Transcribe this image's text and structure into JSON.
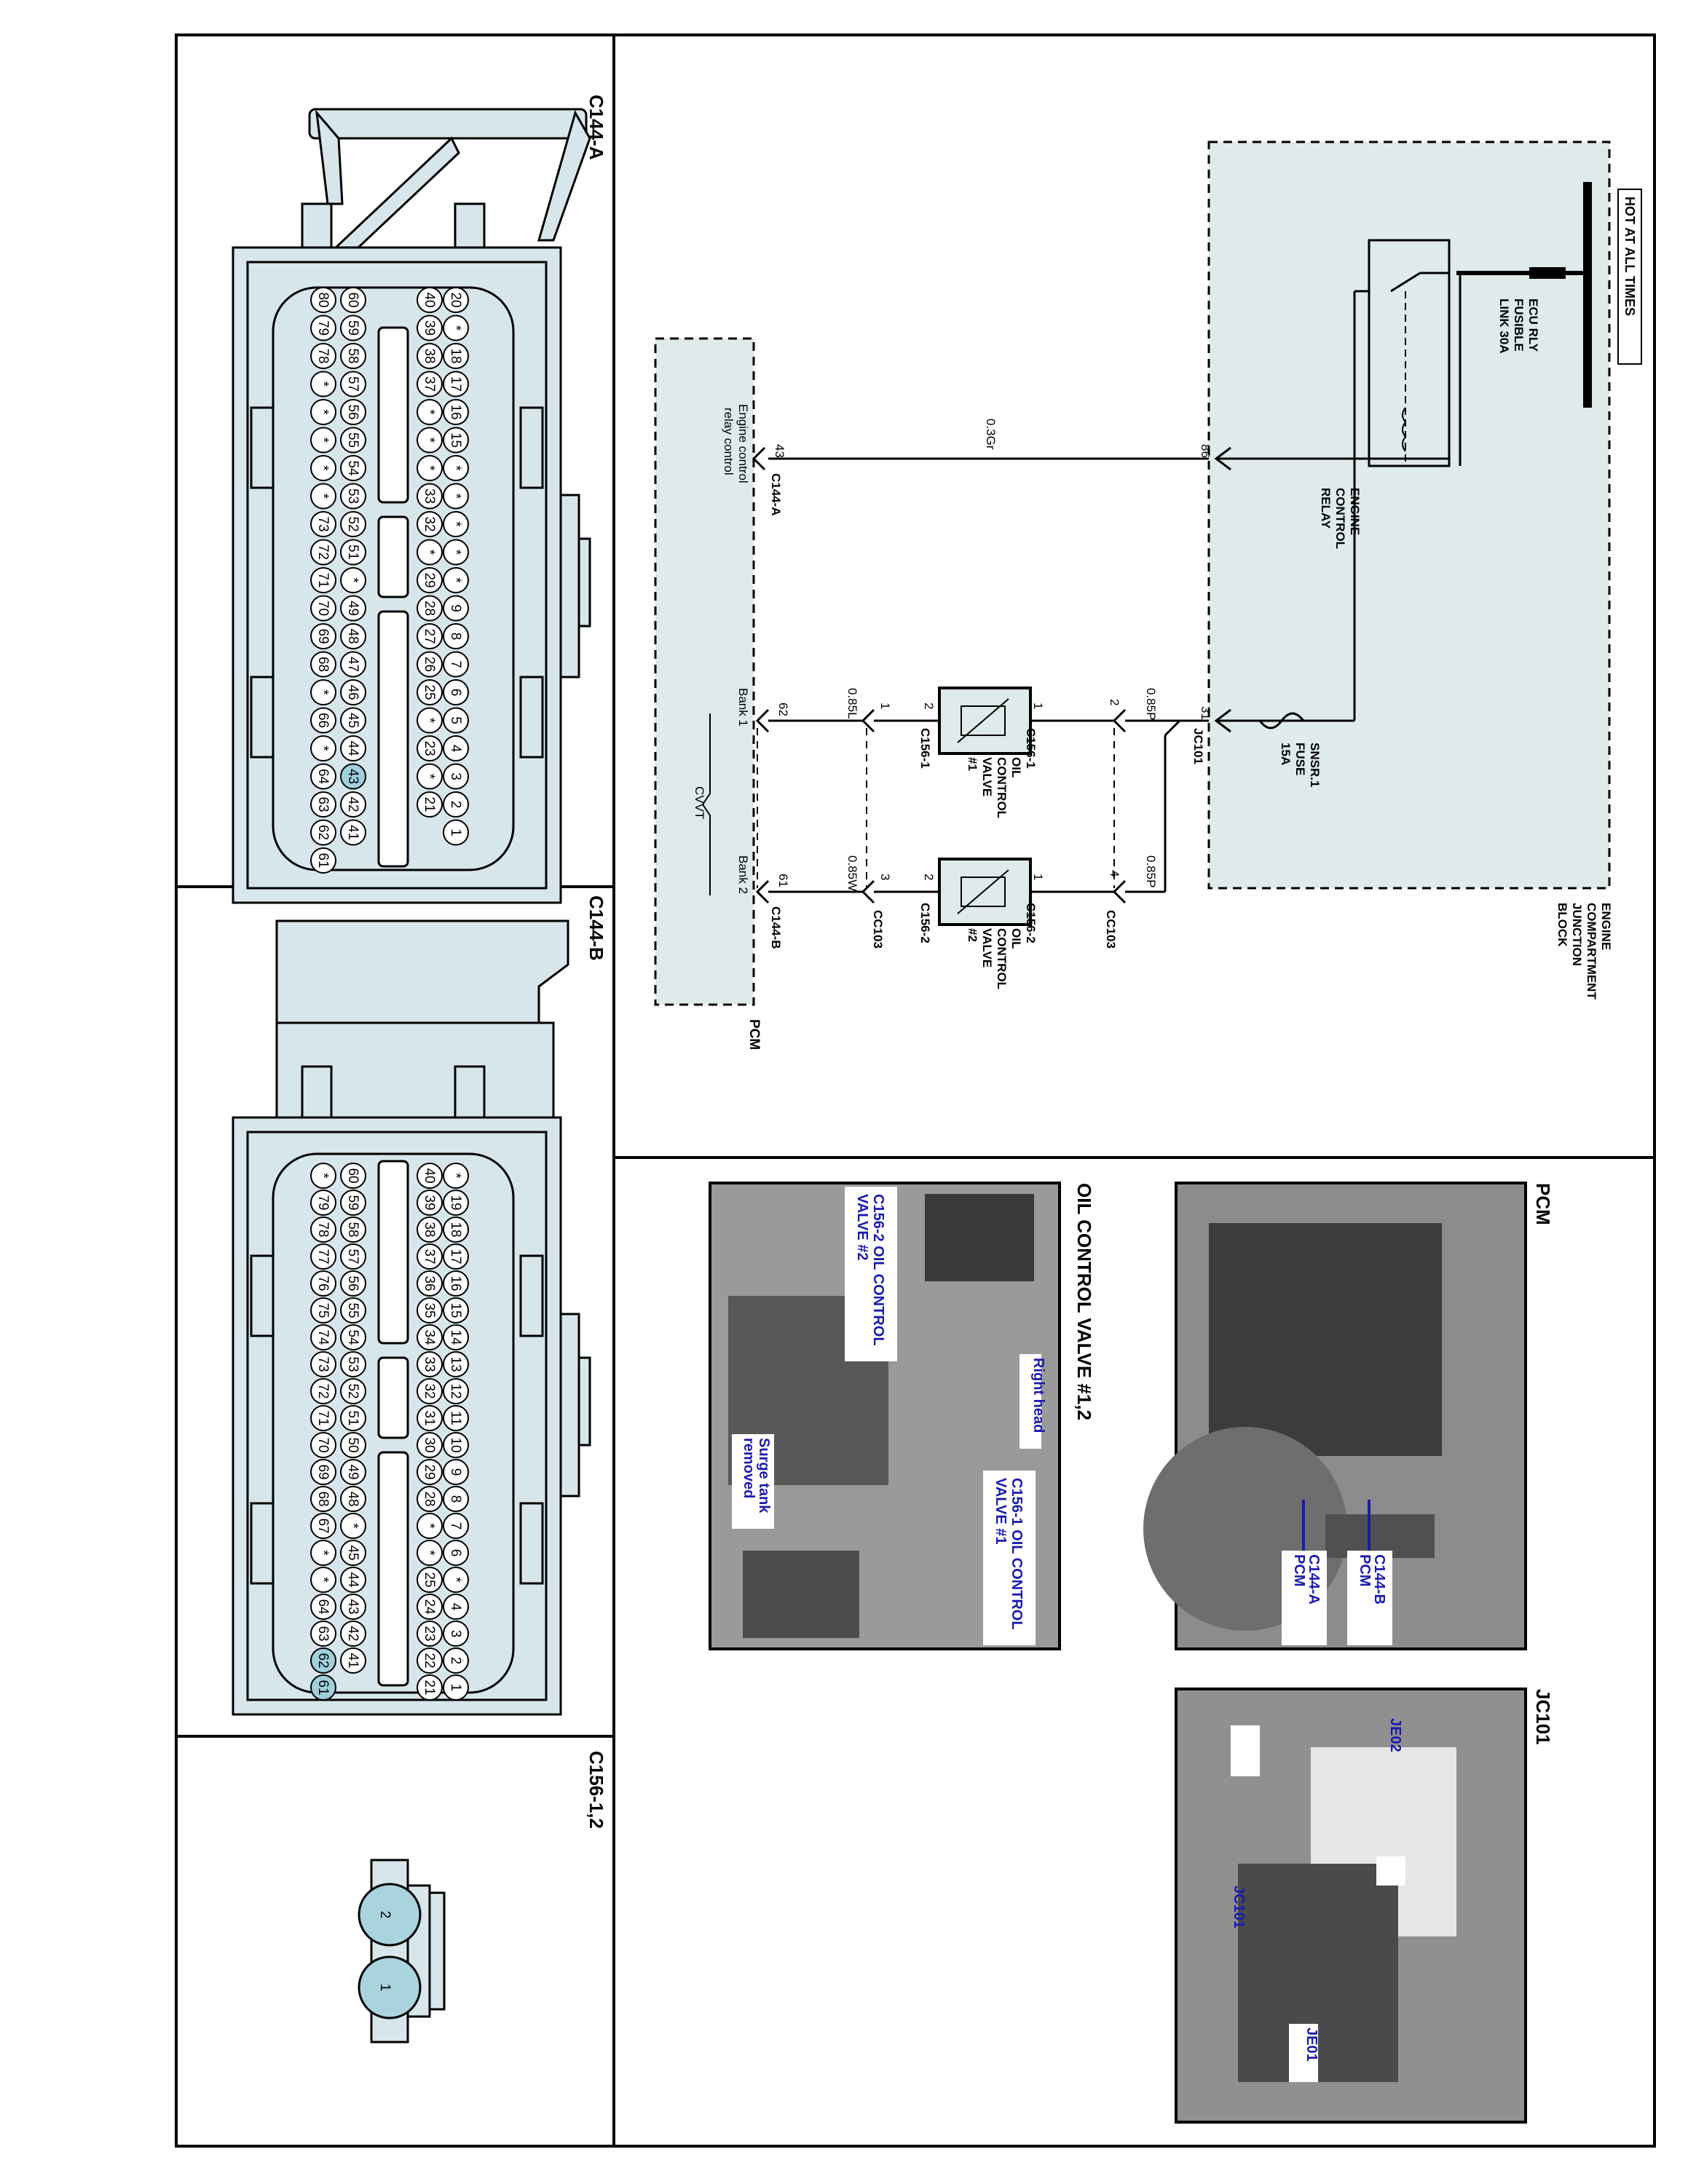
{
  "page": {
    "sections": {
      "c144a": "C144-A",
      "c144b": "C144-B",
      "c156": "C156-1,2",
      "pcm_photo": "PCM",
      "jc101_photo": "JC101",
      "ocv_photo": "OIL CONTROL VALVE #1,2"
    }
  },
  "schematic": {
    "hot_at_all_times": "HOT AT ALL TIMES",
    "fusible_link": [
      "ECU RLY",
      "FUSIBLE",
      "LINK 30A"
    ],
    "relay_label": [
      "ENGINE",
      "CONTROL",
      "RELAY"
    ],
    "fuse_label": [
      "SNSR.1",
      "FUSE",
      "15A"
    ],
    "junction_block": [
      "ENGINE",
      "COMPARTMENT",
      "JUNCTION",
      "BLOCK"
    ],
    "pcm_label": "PCM",
    "pcm_relay_text": [
      "Engine control",
      "relay control"
    ],
    "pin_86": "86",
    "pin_31": "31",
    "pin_43": "43",
    "pin_62": "62",
    "pin_61": "61",
    "wire_03gr": "0.3Gr",
    "wire_085p_a": "0.85P",
    "wire_085p_b": "0.85P",
    "wire_085l": "0.85L",
    "wire_085w": "0.85W",
    "jc101": "JC101",
    "c144a": "C144-A",
    "c144b": "C144-B",
    "c1561_top": "C156-1",
    "c1561_bot": "C156-1",
    "c1562_top": "C156-2",
    "c1562_bot": "C156-2",
    "cc103_top": "CC103",
    "cc103_bot": "CC103",
    "ocv1": [
      "OIL",
      "CONTROL",
      "VALVE",
      "#1"
    ],
    "ocv2": [
      "OIL",
      "CONTROL",
      "VALVE",
      "#2"
    ],
    "bank1": "Bank 1",
    "bank2": "Bank 2",
    "cvvt": "CVVT",
    "p1": "1",
    "p2": "2",
    "p3": "3",
    "p4": "4"
  },
  "photos": {
    "pcm_callouts": [
      "C144-B",
      "PCM",
      "C144-A",
      "PCM"
    ],
    "jc101_callouts": [
      "JE02",
      "JC101",
      "JE01"
    ],
    "ocv_callouts": {
      "v2": [
        "C156-2 OIL CONTROL",
        "VALVE #2"
      ],
      "v1": [
        "C156-1 OIL CONTROL",
        "VALVE #1"
      ],
      "right_head": "Right head",
      "surge": [
        "Surge tank",
        "removed"
      ]
    }
  },
  "connectors": {
    "c144a_rows": [
      [
        "20",
        "*",
        "18",
        "17",
        "16",
        "15",
        "*",
        "*",
        "*",
        "*",
        "*",
        "9",
        "8",
        "7",
        "6",
        "5",
        "4",
        "3",
        "2",
        "1"
      ],
      [
        "40",
        "39",
        "38",
        "37",
        "*",
        "*",
        "*",
        "33",
        "32",
        "*",
        "29",
        "28",
        "27",
        "26",
        "25",
        "*",
        "23",
        "*",
        "21"
      ],
      [
        "60",
        "59",
        "58",
        "57",
        "56",
        "55",
        "54",
        "53",
        "52",
        "51",
        "*",
        "49",
        "48",
        "47",
        "46",
        "45",
        "44",
        "43",
        "42",
        "41"
      ],
      [
        "80",
        "79",
        "78",
        "*",
        "*",
        "*",
        "*",
        "*",
        "73",
        "72",
        "71",
        "70",
        "69",
        "68",
        "*",
        "66",
        "*",
        "64",
        "63",
        "62",
        "61"
      ]
    ],
    "c144b_rows": [
      [
        "*",
        "19",
        "18",
        "17",
        "16",
        "15",
        "14",
        "13",
        "12",
        "11",
        "10",
        "9",
        "8",
        "7",
        "6",
        "*",
        "4",
        "3",
        "2",
        "1"
      ],
      [
        "40",
        "39",
        "38",
        "37",
        "36",
        "35",
        "34",
        "33",
        "32",
        "31",
        "30",
        "29",
        "28",
        "*",
        "*",
        "25",
        "24",
        "23",
        "22",
        "21"
      ],
      [
        "60",
        "59",
        "58",
        "57",
        "56",
        "55",
        "54",
        "53",
        "52",
        "51",
        "50",
        "49",
        "48",
        "*",
        "45",
        "44",
        "43",
        "42",
        "41"
      ],
      [
        "*",
        "79",
        "78",
        "77",
        "76",
        "75",
        "74",
        "73",
        "72",
        "71",
        "70",
        "69",
        "68",
        "67",
        "*",
        "*",
        "64",
        "63",
        "62",
        "61"
      ]
    ],
    "c156_pins": [
      "2",
      "1"
    ]
  },
  "colors": {
    "connector_fill": "#d7e6ea",
    "pin_highlight": "#9fd0dc",
    "dashed_fill": "#dfeaea",
    "callout_blue": "#1a1ab0"
  }
}
